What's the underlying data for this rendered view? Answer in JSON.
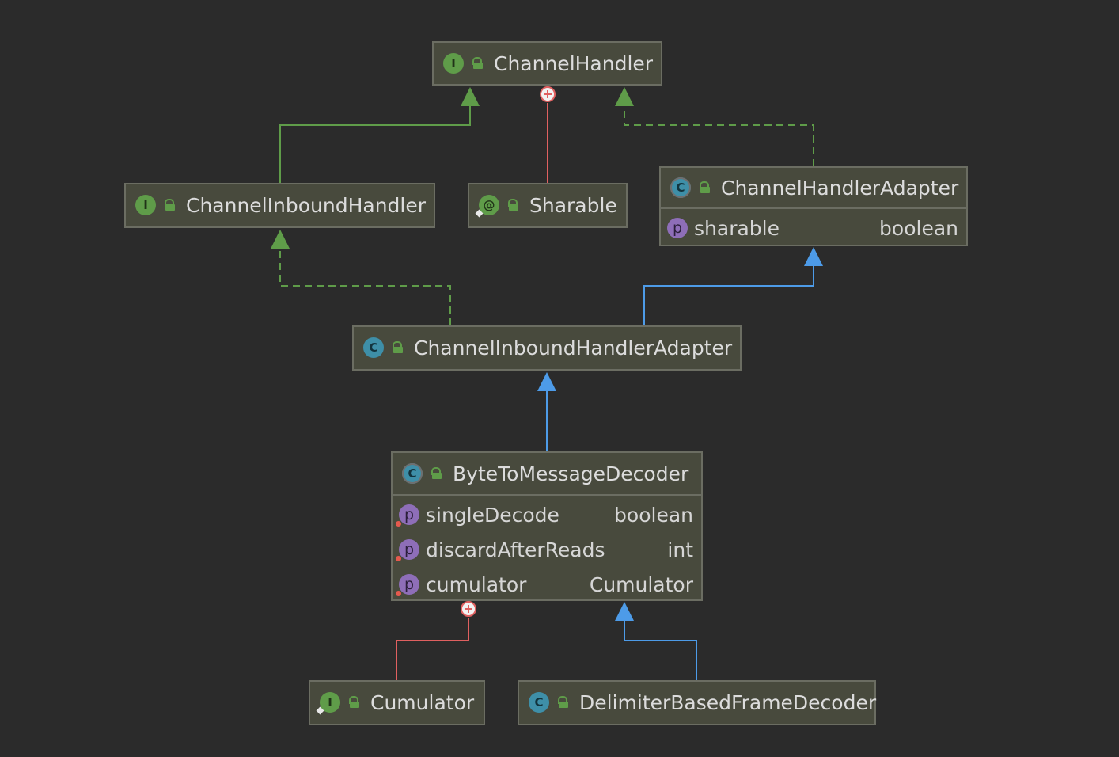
{
  "diagram": {
    "nodes": [
      {
        "id": "channel-handler",
        "name": "ChannelHandler",
        "kind": "I",
        "icon": "interface-icon"
      },
      {
        "id": "channel-inbound-handler",
        "name": "ChannelInboundHandler",
        "kind": "I",
        "icon": "interface-icon"
      },
      {
        "id": "sharable",
        "name": "Sharable",
        "kind": "@",
        "icon": "annotation-icon"
      },
      {
        "id": "channel-handler-adapter",
        "name": "ChannelHandlerAdapter",
        "kind": "C",
        "icon": "abstract-class-icon",
        "fields": [
          {
            "name": "sharable",
            "type": "boolean"
          }
        ]
      },
      {
        "id": "channel-inbound-handler-adapter",
        "name": "ChannelInboundHandlerAdapter",
        "kind": "C",
        "icon": "class-icon"
      },
      {
        "id": "byte-to-message-decoder",
        "name": "ByteToMessageDecoder",
        "kind": "C",
        "icon": "abstract-class-icon",
        "fields": [
          {
            "name": "singleDecode",
            "type": "boolean"
          },
          {
            "name": "discardAfterReads",
            "type": "int"
          },
          {
            "name": "cumulator",
            "type": "Cumulator"
          }
        ]
      },
      {
        "id": "cumulator",
        "name": "Cumulator",
        "kind": "I",
        "icon": "interface-icon"
      },
      {
        "id": "delimiter-based-frame-decoder",
        "name": "DelimiterBasedFrameDecoder",
        "kind": "C",
        "icon": "class-icon"
      }
    ],
    "edges": [
      {
        "from": "channel-inbound-handler",
        "to": "channel-handler",
        "relation": "extends-interface"
      },
      {
        "from": "sharable",
        "to": "channel-handler",
        "relation": "inner"
      },
      {
        "from": "channel-handler-adapter",
        "to": "channel-handler",
        "relation": "implements"
      },
      {
        "from": "channel-inbound-handler-adapter",
        "to": "channel-inbound-handler",
        "relation": "implements"
      },
      {
        "from": "channel-inbound-handler-adapter",
        "to": "channel-handler-adapter",
        "relation": "extends"
      },
      {
        "from": "byte-to-message-decoder",
        "to": "channel-inbound-handler-adapter",
        "relation": "extends"
      },
      {
        "from": "cumulator",
        "to": "byte-to-message-decoder",
        "relation": "inner"
      },
      {
        "from": "delimiter-based-frame-decoder",
        "to": "byte-to-message-decoder",
        "relation": "extends"
      }
    ],
    "colors": {
      "background": "#2b2b2b",
      "node_fill": "#484a3d",
      "node_border": "#6b6d62",
      "interface_edge": "#5f9c49",
      "class_edge": "#4d9be8",
      "inner_edge": "#e06060"
    }
  }
}
